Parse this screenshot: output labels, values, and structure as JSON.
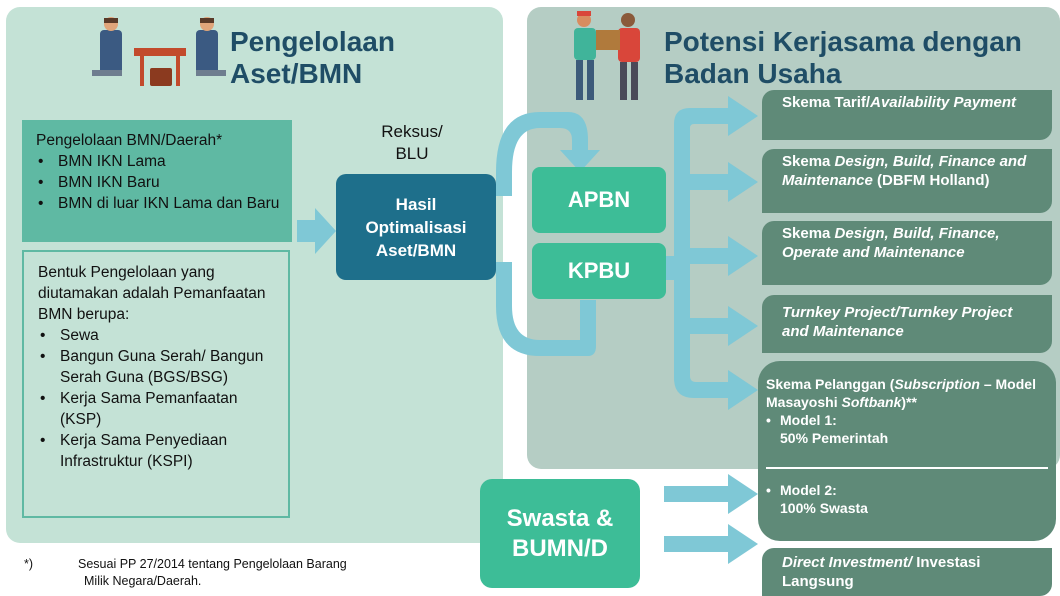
{
  "left": {
    "title_line1": "Pengelolaan",
    "title_line2": "Aset/BMN",
    "box_a": {
      "heading": "Pengelolaan BMN/Daerah*",
      "items": [
        "BMN IKN Lama",
        "BMN IKN Baru",
        "BMN di luar IKN Lama dan Baru"
      ]
    },
    "box_b": {
      "heading": "Bentuk Pengelolaan yang diutamakan adalah Pemanfaatan BMN berupa:",
      "items": [
        "Sewa",
        "Bangun Guna Serah/ Bangun Serah Guna (BGS/BSG)",
        "Kerja Sama Pemanfaatan (KSP)",
        "Kerja Sama Penyediaan Infrastruktur (KSPI)"
      ]
    }
  },
  "center": {
    "reksus_line1": "Reksus/",
    "reksus_line2": "BLU",
    "hasil_line1": "Hasil",
    "hasil_line2": "Optimalisasi",
    "hasil_line3": "Aset/BMN",
    "apbn": "APBN",
    "kpbu": "KPBU",
    "swasta_line1": "Swasta &",
    "swasta_line2": "BUMN/D"
  },
  "right": {
    "title_line1": "Potensi Kerjasama dengan",
    "title_line2": "Badan Usaha",
    "s1_a": "Skema Tarif/",
    "s1_b": "Availability Payment",
    "s2_a": "Skema ",
    "s2_b": "Design, Build, Finance and Maintenance",
    "s2_c": " (DBFM Holland)",
    "s3_a": "Skema ",
    "s3_b": "Design, Build, Finance, Operate and Maintenance",
    "s4_a": "Turnkey Project/Turnkey Project and Maintenance",
    "s5_a": "Skema Pelanggan (",
    "s5_b": "Subscription",
    "s5_c": " – Model Masayoshi ",
    "s5_d": "Softbank",
    "s5_e": ")**",
    "s5_m1a": "Model 1:",
    "s5_m1b": "50% Pemerintah",
    "s5_m2a": "Model 2:",
    "s5_m2b": "100% Swasta",
    "s6_a": "Direct Investment/",
    "s6_b": " Investasi Langsung"
  },
  "footnote_marker": "*)",
  "footnote_line1": "Sesuai PP 27/2014 tentang Pengelolaan Barang",
  "footnote_line2": "Milik Negara/Daerah.",
  "colors": {
    "left_panel": "#c4e2d6",
    "right_panel": "#b5cdc4",
    "teal_box": "#5fb9a3",
    "dark_blue": "#1e6f8b",
    "green_pill": "#3dbd97",
    "scheme_box": "#5f8a78",
    "arrow": "#7fc8d6"
  }
}
